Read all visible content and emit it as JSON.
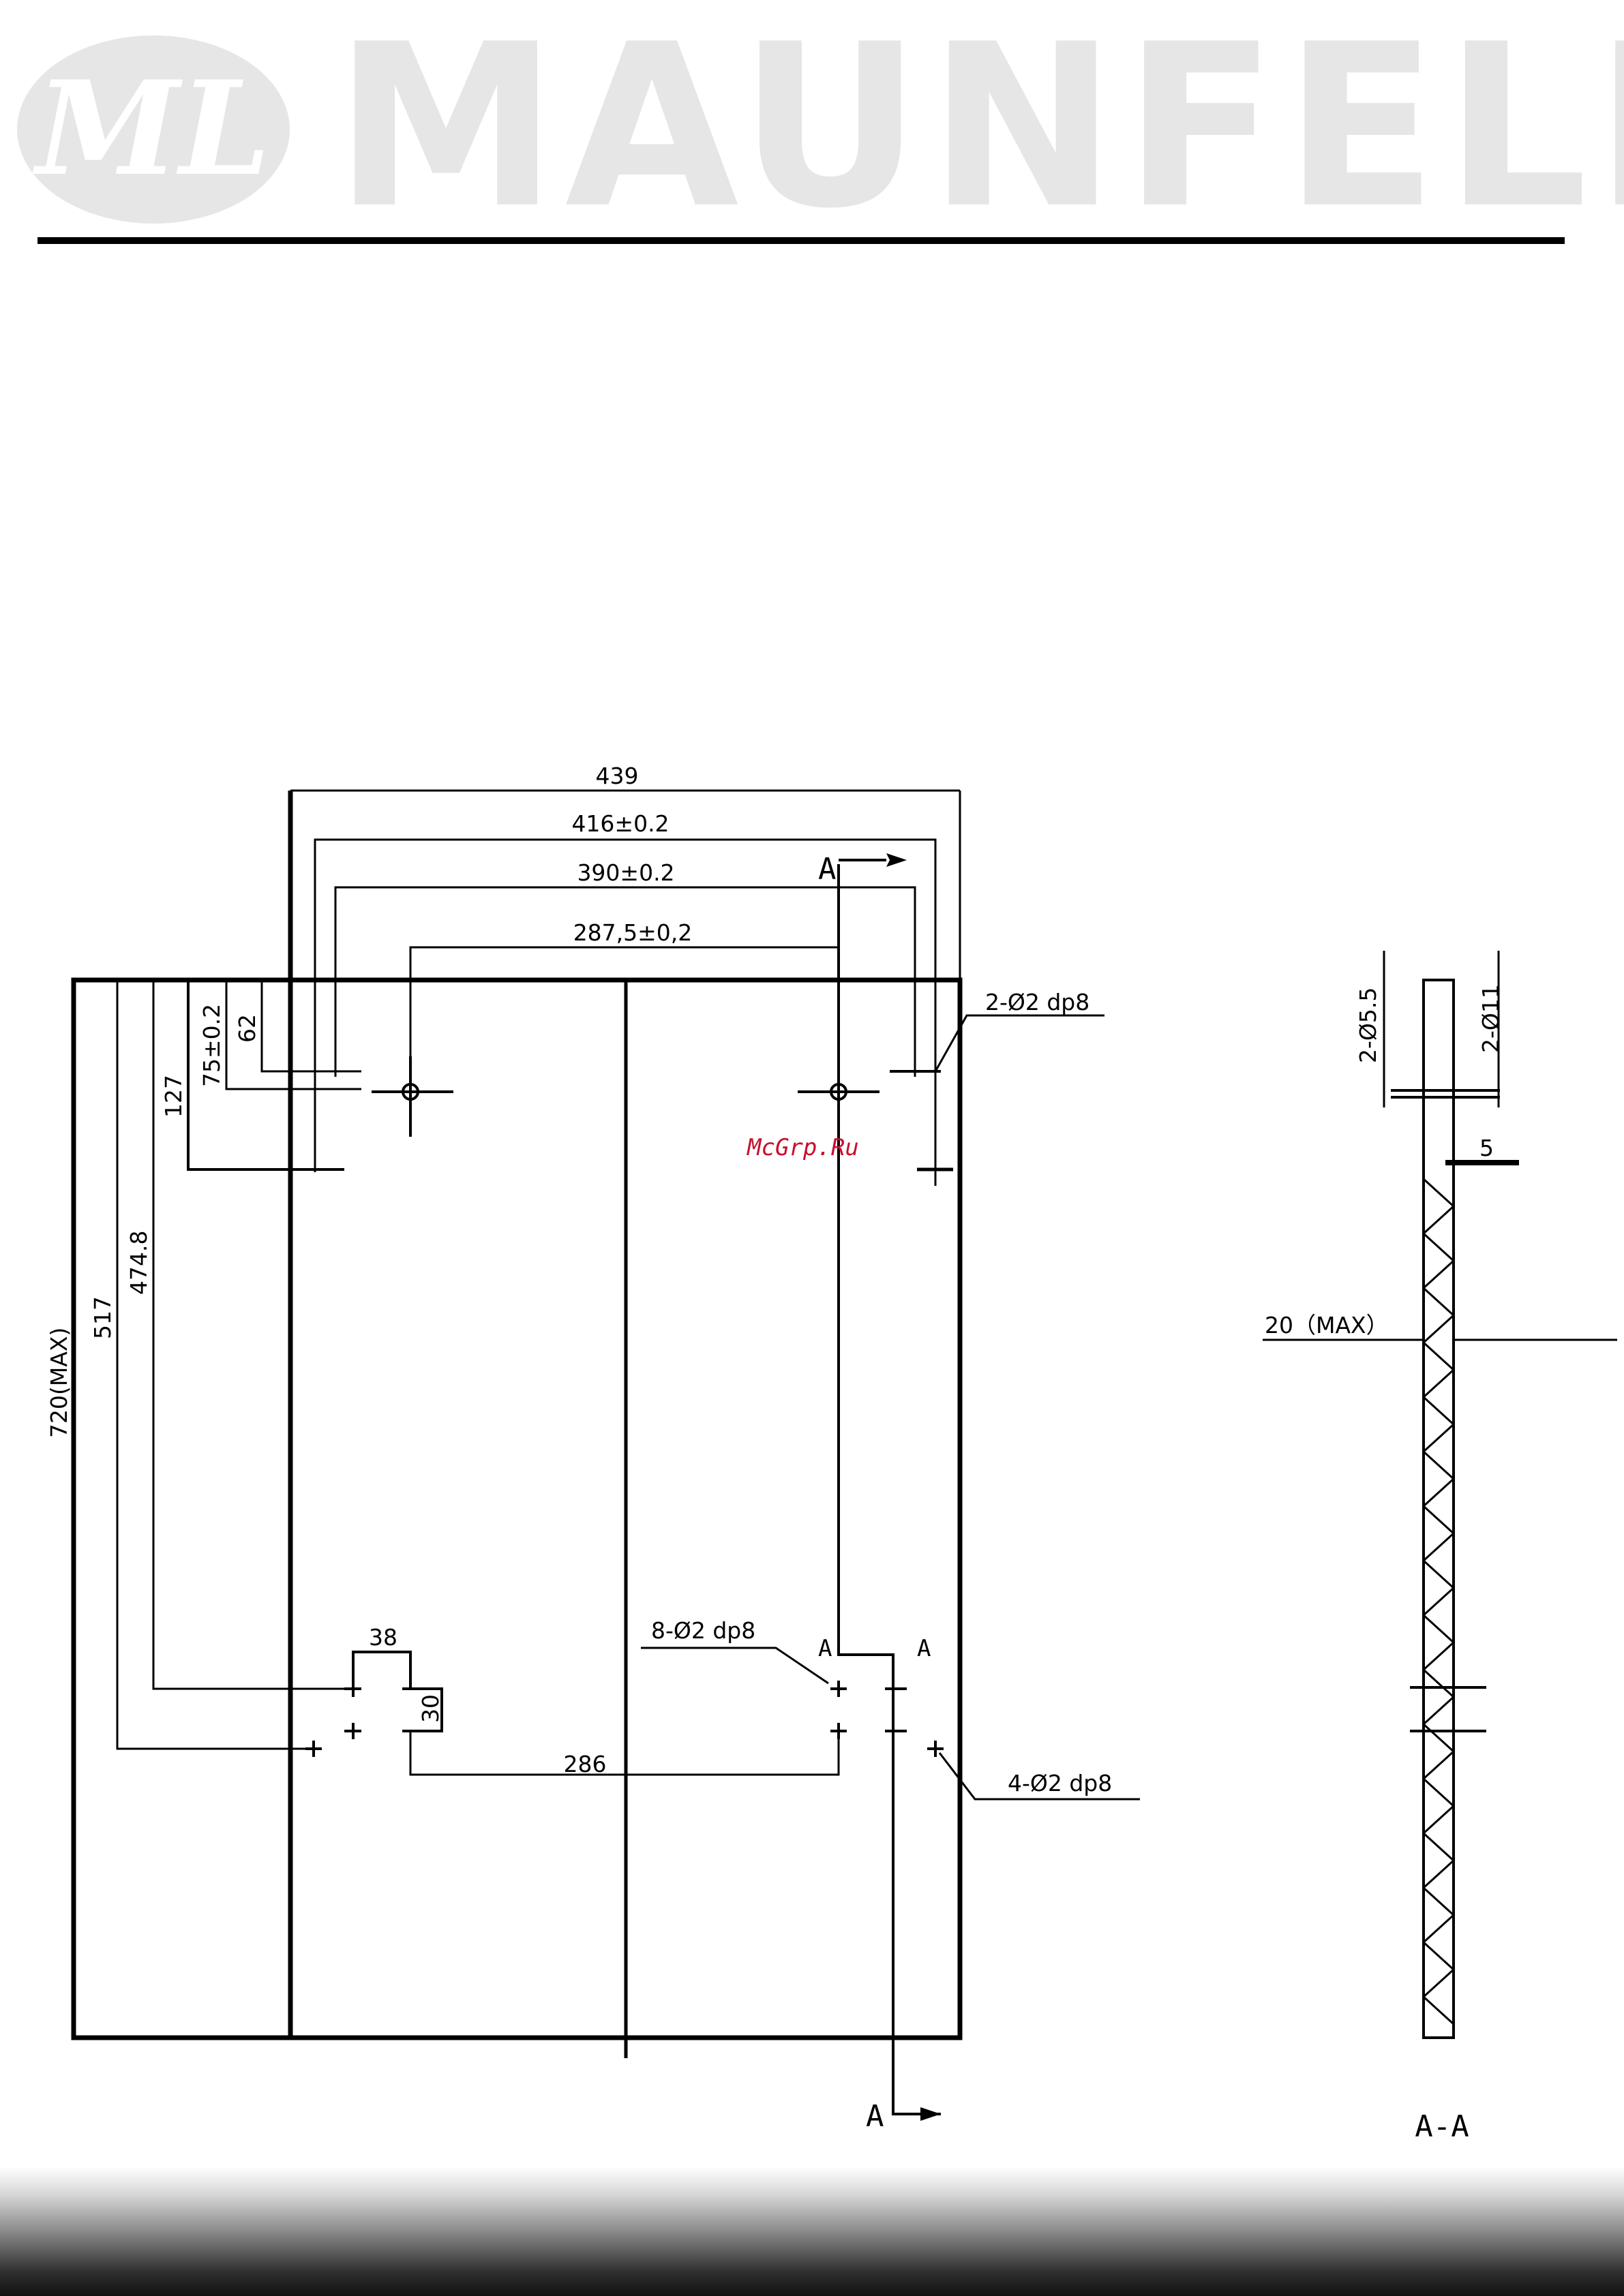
{
  "brand": {
    "name": "MAUNFELD",
    "logo_monogram": "ML",
    "logo_color": "#e6e6e6"
  },
  "watermark": "McGrp.Ru",
  "front_view": {
    "dimensions": {
      "overall_width": "439",
      "hole_span_outer": "416±0.2",
      "hole_span_inner": "390±0.2",
      "center_span_top": "287,5±0,2",
      "height_total": "720(MAX)",
      "height_517": "517",
      "height_474": "474.8",
      "top_127": "127",
      "top_75": "75±0.2",
      "top_62": "62",
      "gap_38": "38",
      "gap_30": "30",
      "center_span_bottom": "286"
    },
    "callouts": {
      "top_holes": "2-Ø2 dp8",
      "middle_holes": "8-Ø2 dp8",
      "bottom_holes": "4-Ø2 dp8"
    },
    "section_markers": {
      "top": "A",
      "bottom": "A",
      "inner_left": "A",
      "inner_right": "A"
    }
  },
  "section_view": {
    "label": "A-A",
    "hole_small": "2-Ø5.5",
    "hole_large": "2-Ø11",
    "depth": "5",
    "thickness": "20（MAX）"
  }
}
